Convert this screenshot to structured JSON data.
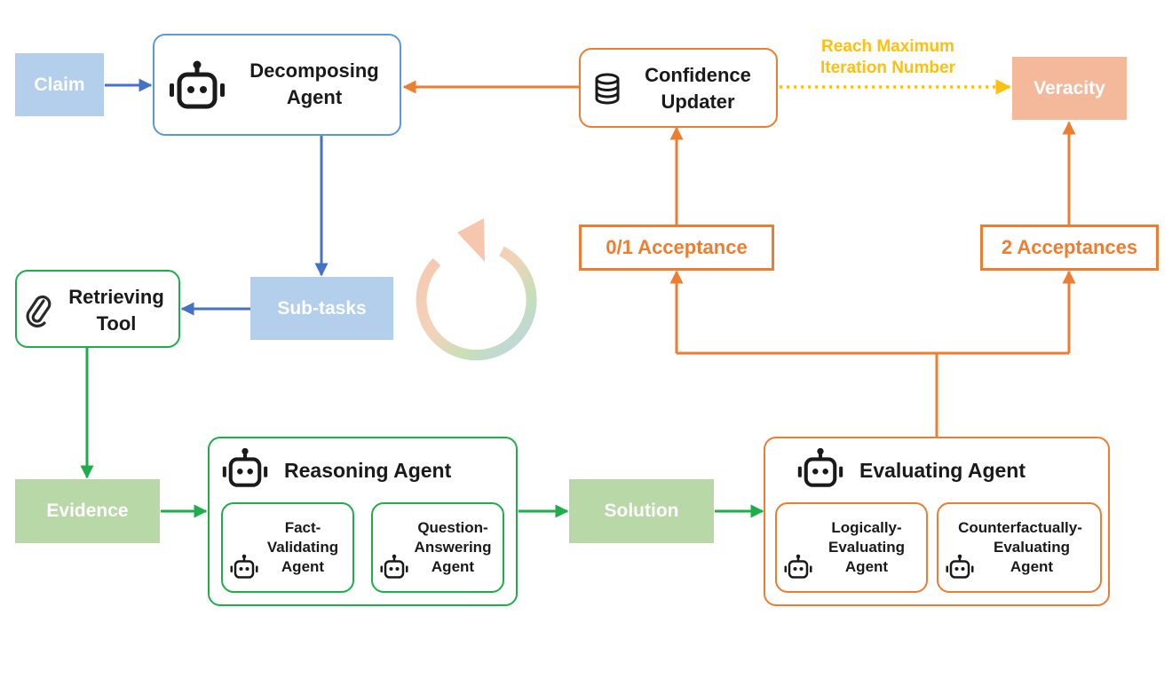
{
  "nodes": {
    "claim": "Claim",
    "decomposing_agent": [
      "Decomposing",
      "Agent"
    ],
    "confidence_updater": [
      "Confidence",
      "Updater"
    ],
    "veracity": "Veracity",
    "reach_max": [
      "Reach Maximum",
      "Iteration Number"
    ],
    "subtasks": "Sub-tasks",
    "retrieving_tool": [
      "Retrieving",
      "Tool"
    ],
    "acceptance_01": "0/1 Acceptance",
    "acceptance_2": "2 Acceptances",
    "evidence": "Evidence",
    "reasoning_agent": "Reasoning Agent",
    "fact_validating": [
      "Fact-",
      "Validating",
      "Agent"
    ],
    "question_answering": [
      "Question-",
      "Answering",
      "Agent"
    ],
    "solution": "Solution",
    "evaluating_agent": "Evaluating Agent",
    "logically_evaluating": [
      "Logically-",
      "Evaluating",
      "Agent"
    ],
    "counterfactually_evaluating": [
      "Counterfactually-",
      "Evaluating",
      "Agent"
    ]
  },
  "icons": {
    "agent": "robot-icon",
    "database": "database-icon",
    "tool": "paperclip-icon",
    "loop": "cycle-arrow-icon"
  },
  "colors": {
    "blue": "#4472c4",
    "blue_border": "#5b9bd5",
    "green": "#1fad4c",
    "orange": "#ee7d31",
    "gold": "#fec00e"
  }
}
